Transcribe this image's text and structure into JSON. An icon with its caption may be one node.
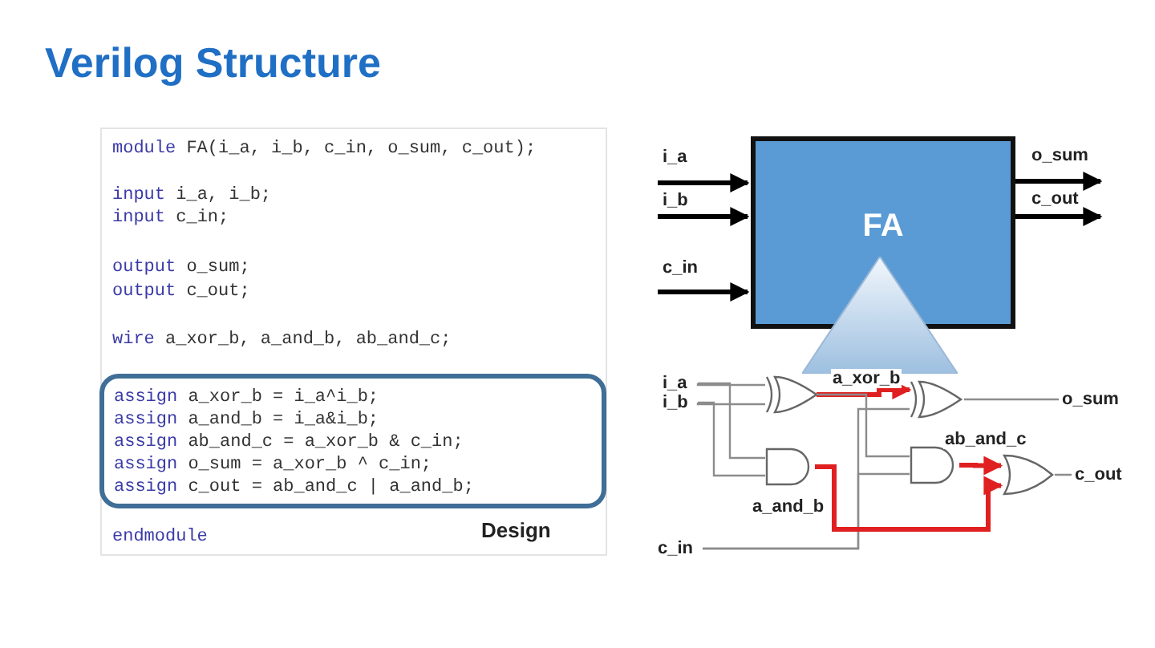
{
  "diagram": {
    "title": "Verilog Structure",
    "nodes": [
      {
        "text": [
          "assign a_xor_b = i_a^i_b;",
          "assign a_and_b = i_a&i_b;",
          "assign ab_and_c = a_xor_b & c_in;",
          "assign o_sum = a_xor_b ^ c_in;",
          "assign c_out = ab_and_c | a_and_b;"
        ]
      },
      {
        "text": [
          "FA"
        ]
      },
      {
        "text": [],
        "shape": "gate"
      },
      {
        "text": [],
        "shape": "gate"
      },
      {
        "text": [],
        "shape": "gate"
      },
      {
        "text": [],
        "shape": "gate"
      },
      {
        "text": [],
        "shape": "gate"
      },
      {
        "text": [
          "i_a"
        ]
      },
      {
        "text": [
          "i_b"
        ]
      },
      {
        "text": [
          "c_in"
        ]
      },
      {
        "text": [
          "o_sum"
        ]
      },
      {
        "text": [
          "c_out"
        ]
      },
      {
        "text": [],
        "shape": "triangle"
      }
    ],
    "edges": [
      {
        "from": null,
        "to": 1,
        "arrow": "to",
        "label": "i_a",
        "style": "thick",
        "color": "#000000"
      },
      {
        "from": null,
        "to": 1,
        "arrow": "to",
        "label": "i_b",
        "style": "thick",
        "color": "#000000"
      },
      {
        "from": null,
        "to": 1,
        "arrow": "to",
        "label": "c_in",
        "style": "thick",
        "color": "#000000"
      },
      {
        "from": 1,
        "to": null,
        "arrow": "to",
        "label": "o_sum",
        "style": "thick",
        "color": "#000000"
      },
      {
        "from": 1,
        "to": null,
        "arrow": "to",
        "label": "c_out",
        "style": "thick",
        "color": "#000000"
      },
      {
        "from": 7,
        "to": 2,
        "arrow": "none"
      },
      {
        "from": 7,
        "to": 3,
        "arrow": "none"
      },
      {
        "from": 8,
        "to": 2,
        "arrow": "none"
      },
      {
        "from": 8,
        "to": 3,
        "arrow": "none"
      },
      {
        "from": 2,
        "to": 4,
        "arrow": "to",
        "label": "a_xor_b",
        "style": "thick",
        "color": "#e02020"
      },
      {
        "from": 2,
        "to": 5,
        "arrow": "none"
      },
      {
        "from": 9,
        "to": 4,
        "arrow": "none"
      },
      {
        "from": 9,
        "to": 5,
        "arrow": "none"
      },
      {
        "from": 3,
        "to": 6,
        "arrow": "to",
        "label": "a_and_b",
        "style": "thick",
        "color": "#e02020"
      },
      {
        "from": 5,
        "to": 6,
        "arrow": "to",
        "label": "ab_and_c",
        "style": "thick",
        "color": "#e02020"
      },
      {
        "from": 4,
        "to": 10,
        "arrow": "none"
      },
      {
        "from": 6,
        "to": 11,
        "arrow": "none"
      }
    ],
    "labels": [
      "module FA(i_a, i_b, c_in, o_sum, c_out);",
      "input i_a, i_b;",
      "input c_in;",
      "output o_sum;",
      "output c_out;",
      "wire a_xor_b, a_and_b, ab_and_c;",
      "endmodule",
      "Design"
    ]
  }
}
